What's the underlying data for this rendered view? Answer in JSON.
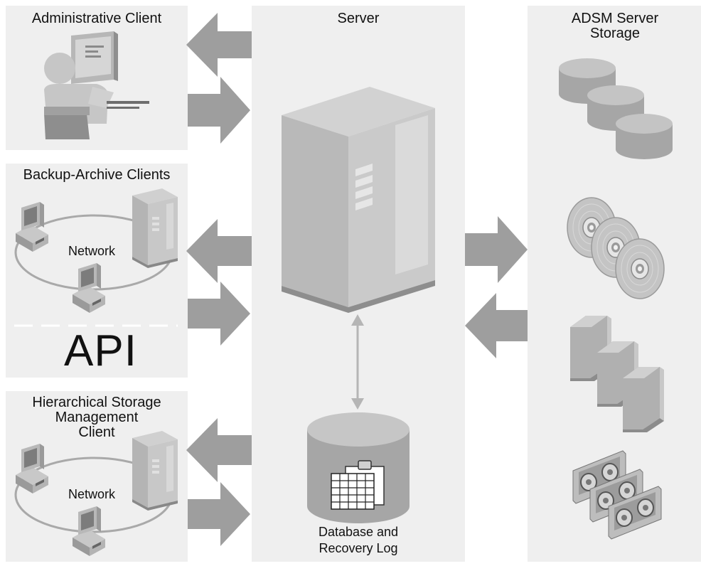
{
  "panels": {
    "admin_title": "Administrative Client",
    "backup_title": "Backup-Archive Clients",
    "backup_network": "Network",
    "api_label": "API",
    "hsm_title_line1": "Hierarchical Storage",
    "hsm_title_line2": "Management",
    "hsm_title_line3": "Client",
    "hsm_network": "Network",
    "server_title": "Server",
    "db_line1": "Database and",
    "db_line2": "Recovery Log",
    "storage_title_line1": "ADSM Server",
    "storage_title_line2": "Storage"
  },
  "colors": {
    "panel_bg": "#efefef",
    "arrow": "#9e9e9e",
    "device_light": "#c8c8c8",
    "device_mid": "#a9a9a9",
    "device_dark": "#8a8a8a"
  }
}
